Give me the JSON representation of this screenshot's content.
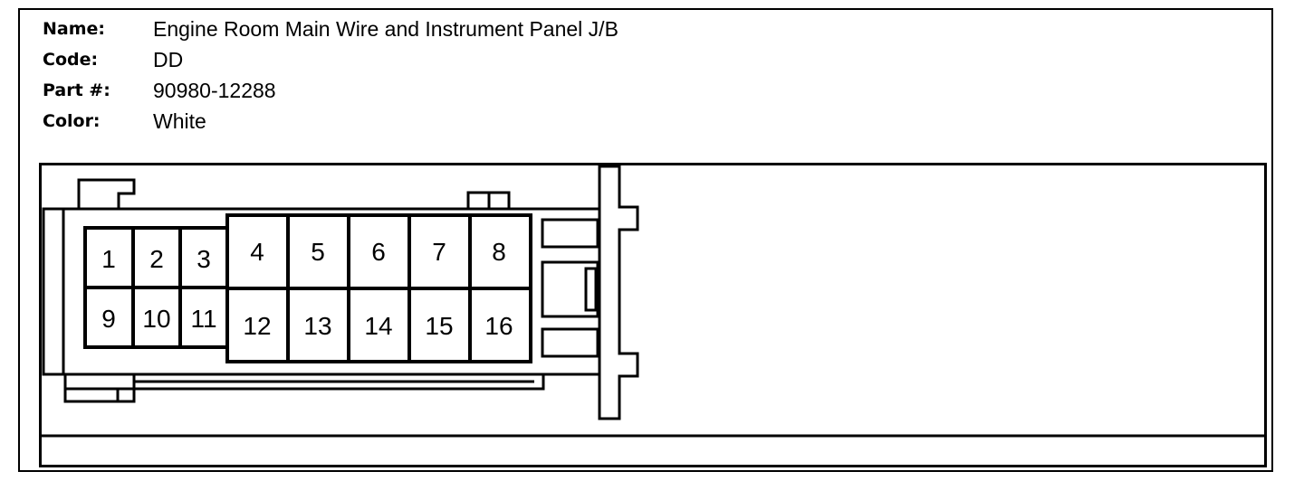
{
  "header": {
    "name_label": "Name:",
    "name_value": "Engine Room Main Wire and Instrument Panel J/B",
    "code_label": "Code:",
    "code_value": "DD",
    "part_label": "Part #:",
    "part_value": "90980-12288",
    "color_label": "Color:",
    "color_value": "White"
  },
  "pins": {
    "row1": [
      "1",
      "2",
      "3",
      "4",
      "5",
      "6",
      "7",
      "8"
    ],
    "row2": [
      "9",
      "10",
      "11",
      "12",
      "13",
      "14",
      "15",
      "16"
    ]
  }
}
